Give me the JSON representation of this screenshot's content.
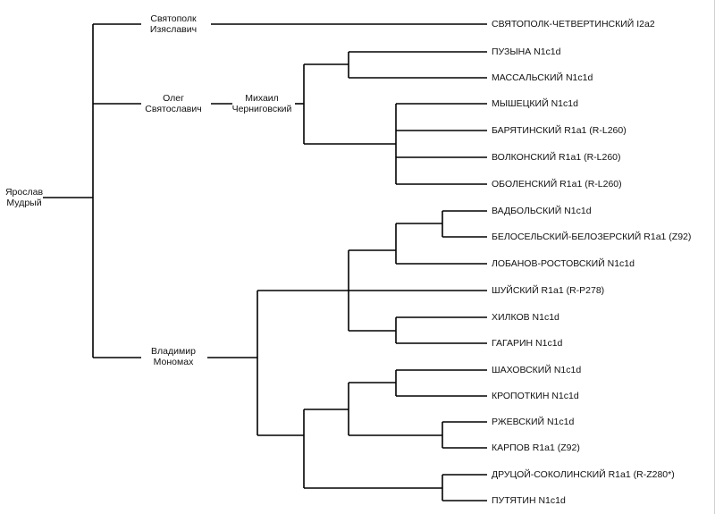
{
  "root": {
    "line1": "Ярослав",
    "line2": "Мудрый"
  },
  "ancestors": {
    "svyatopolk": {
      "line1": "Святополк",
      "line2": "Изяславич"
    },
    "oleg": {
      "line1": "Олег",
      "line2": "Святославич"
    },
    "mikhail": {
      "line1": "Михаил",
      "line2": "Черниговский"
    },
    "vladimir": {
      "line1": "Владимир",
      "line2": "Мономах"
    }
  },
  "families": [
    "СВЯТОПОЛК-ЧЕТВЕРТИНСКИЙ I2a2",
    "ПУЗЫНА N1c1d",
    "МАССАЛЬСКИЙ N1c1d",
    "МЫШЕЦКИЙ N1c1d",
    "БАРЯТИНСКИЙ R1a1 (R-L260)",
    "ВОЛКОНСКИЙ R1a1 (R-L260)",
    "ОБОЛЕНСКИЙ R1a1 (R-L260)",
    "ВАДБОЛЬСКИЙ N1c1d",
    "БЕЛОСЕЛЬСКИЙ-БЕЛОЗЕРСКИЙ R1a1 (Z92)",
    "ЛОБАНОВ-РОСТОВСКИЙ N1c1d",
    "ШУЙСКИЙ R1a1 (R-P278)",
    "ХИЛКОВ N1c1d",
    "ГАГАРИН N1c1d",
    "ШАХОВСКИЙ N1c1d",
    "КРОПОТКИН N1c1d",
    "РЖЕВСКИЙ N1c1d",
    "КАРПОВ R1a1 (Z92)",
    "ДРУЦОЙ-СОКОЛИНСКИЙ R1a1 (R-Z280*)",
    "ПУТЯТИН N1c1d"
  ]
}
